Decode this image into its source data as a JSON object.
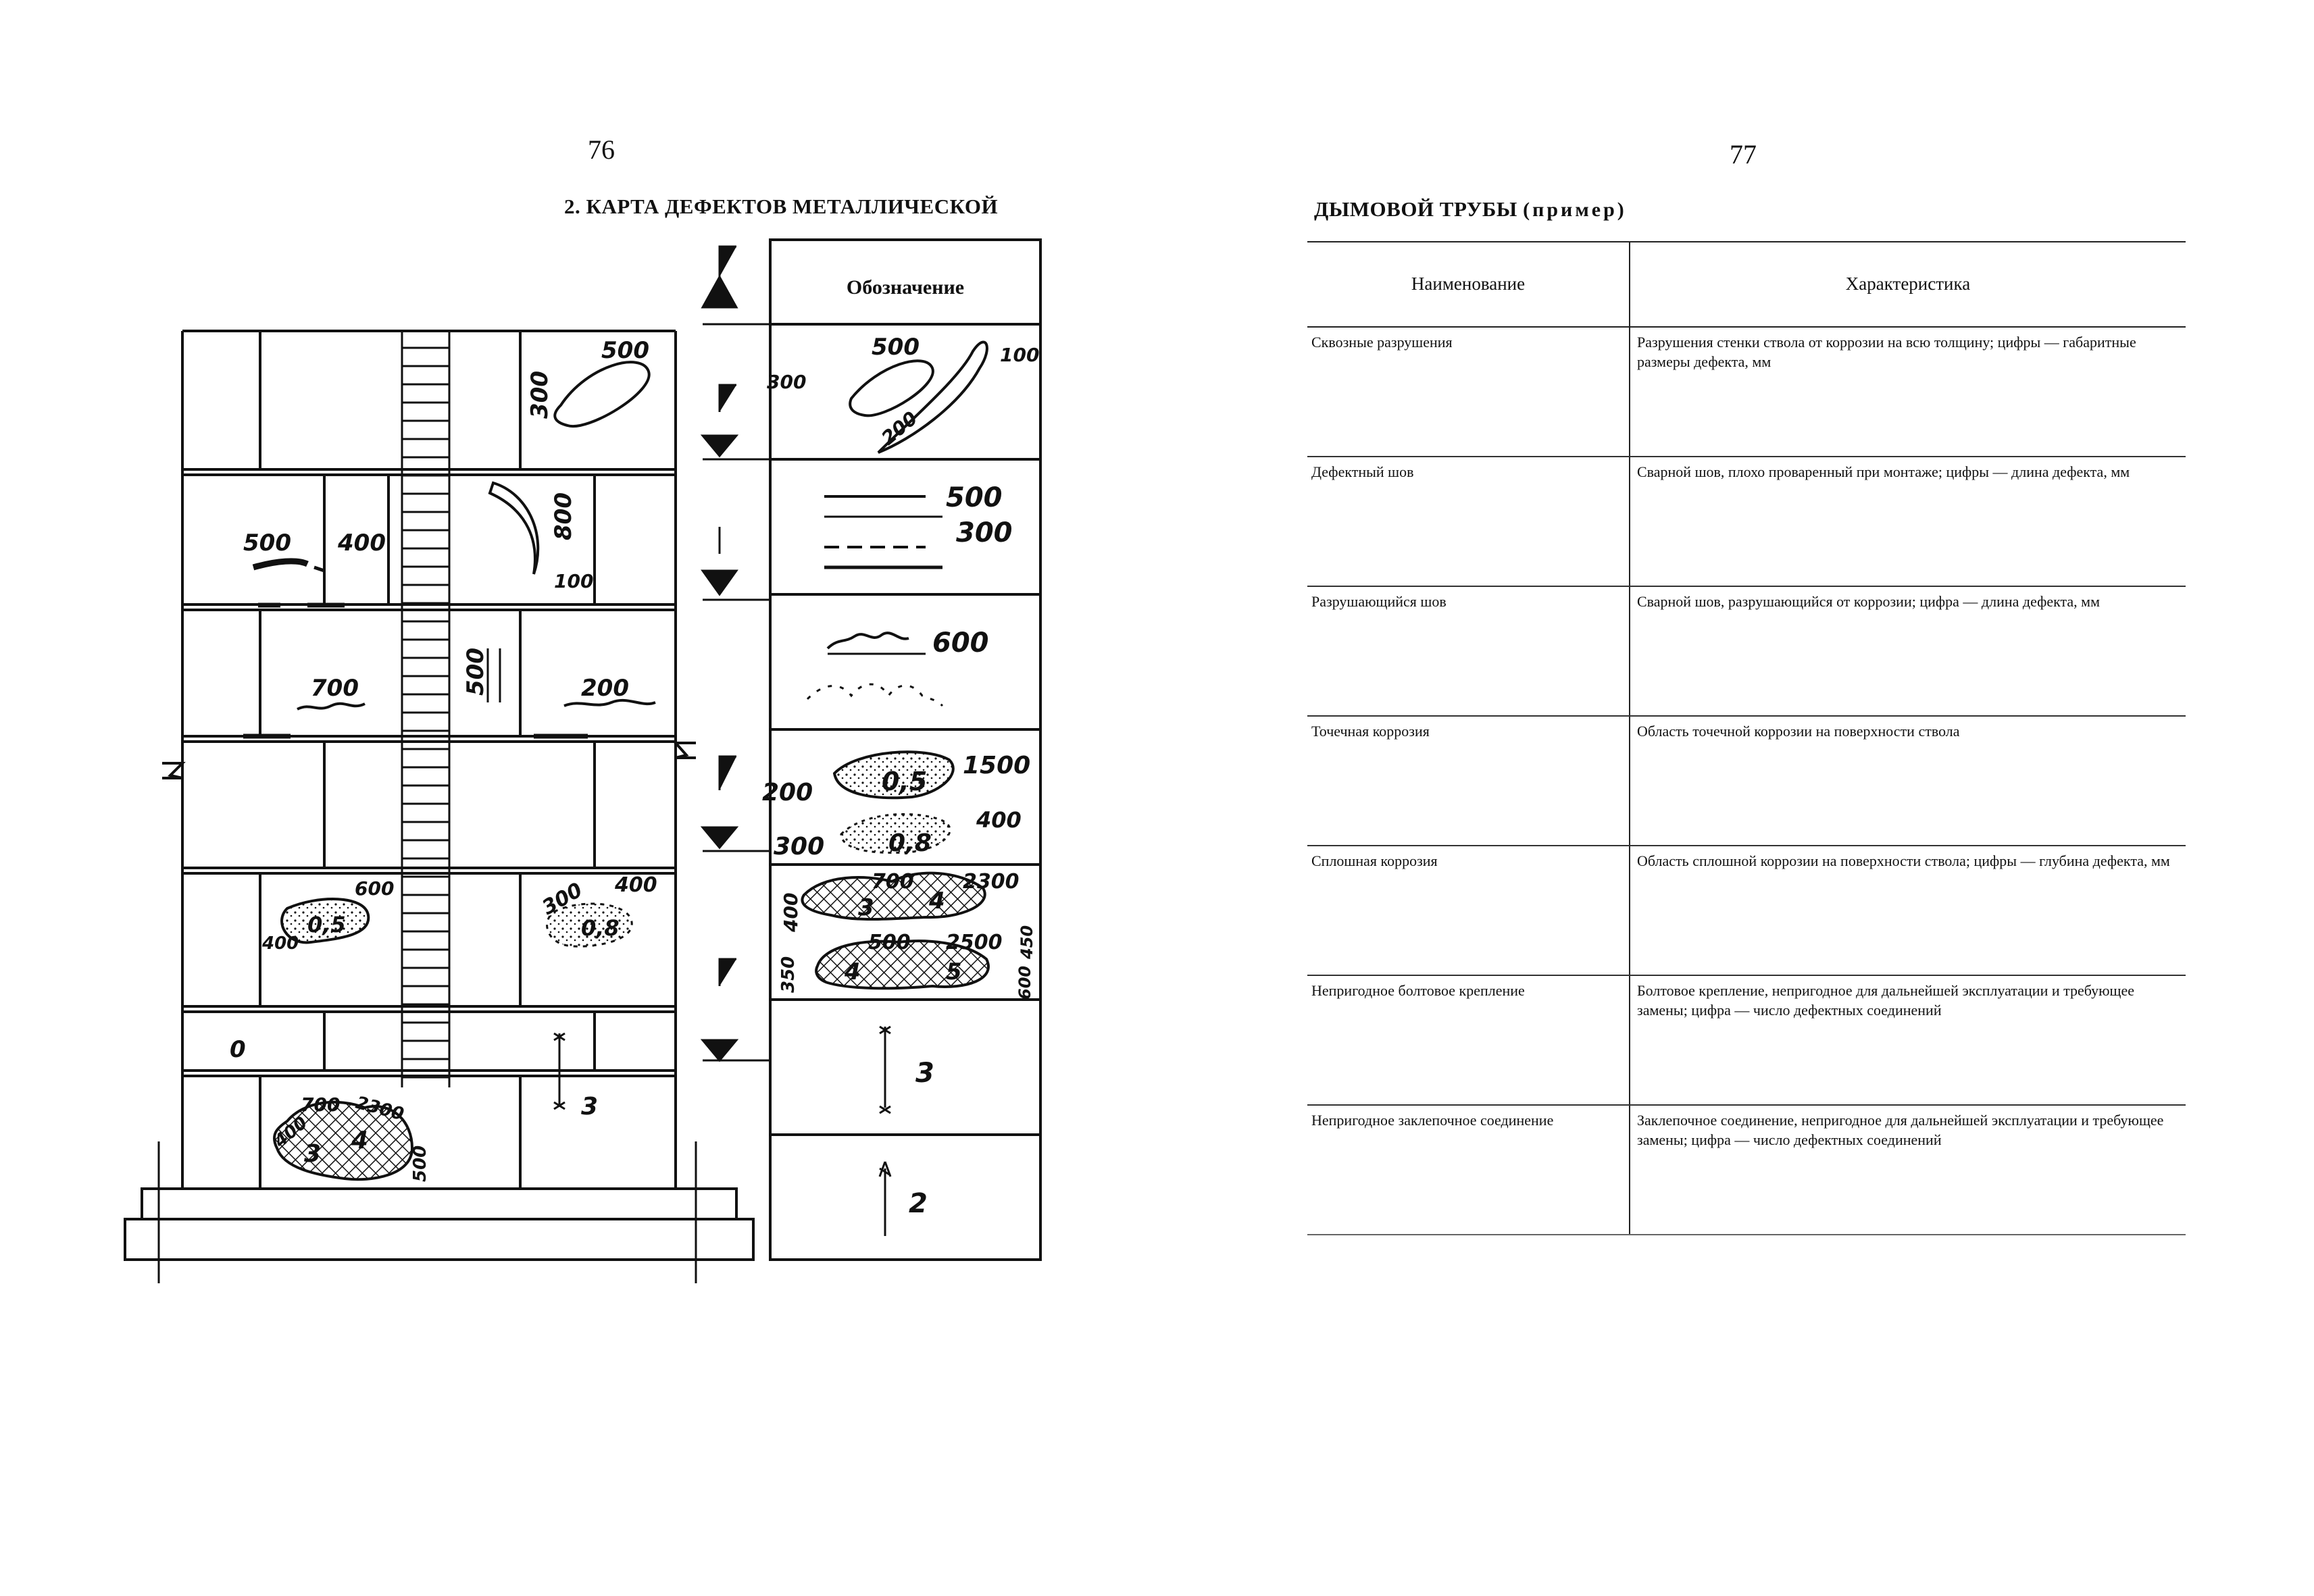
{
  "page_left": {
    "number": "76",
    "title": "2. КАРТА ДЕФЕКТОВ МЕТАЛЛИЧЕСКОЙ"
  },
  "page_right": {
    "number": "77",
    "title_main": "ДЫМОВОЙ ТРУБЫ",
    "title_paren": "(пример)"
  },
  "drawing": {
    "legend_header": "Обозначение",
    "wall_labels": {
      "l1": "500",
      "l2": "300",
      "l3": "500",
      "l4": "400",
      "l5": "800",
      "l6": "100",
      "l7": "700",
      "l8": "500",
      "l9": "200",
      "l10": "600",
      "l11": "0,5",
      "l12": "400",
      "l13": "300",
      "l14": "400",
      "l15": "0,8",
      "l16": "0",
      "l17": "400",
      "l18": "700",
      "l19": "2300",
      "l20": "3",
      "l21": "4",
      "l22": "500",
      "l23": "3"
    },
    "legend_labels": {
      "s1": "500",
      "s2": "300",
      "s3": "100",
      "s4": "200",
      "s5": "500",
      "s6": "300",
      "s7": "600",
      "s8": "200",
      "s9": "0,5",
      "s10": "1500",
      "s11": "300",
      "s12": "0,8",
      "s13": "400",
      "s14": "700",
      "s15": "2300",
      "s16": "400",
      "s17": "3",
      "s18": "4",
      "s19": "500",
      "s20": "2500",
      "s21": "450",
      "s22": "350",
      "s23": "4",
      "s24": "5",
      "s25": "600",
      "s26": "3",
      "s27": "2"
    }
  },
  "table": {
    "headers": [
      "Наименование",
      "Характеристика"
    ],
    "rows": [
      {
        "name": "Сквозные разрушения",
        "desc": "Разрушения стенки ствола от коррозии на всю толщину; цифры — габаритные размеры дефекта, мм"
      },
      {
        "name": "Дефектный шов",
        "desc": "Сварной шов, плохо проваренный при монтаже; цифры — длина дефекта, мм"
      },
      {
        "name": "Разрушающийся шов",
        "desc": "Сварной шов, разрушающийся от коррозии; цифра — длина дефекта, мм"
      },
      {
        "name": "Точечная коррозия",
        "desc": "Область точечной коррозии на поверхности ствола"
      },
      {
        "name": "Сплошная коррозия",
        "desc": "Область сплошной коррозии на поверхности ствола; цифры — глубина дефекта, мм"
      },
      {
        "name": "Непригодное болтовое крепление",
        "desc": "Болтовое крепление, непригодное для дальнейшей эксплуатации и требующее замены; цифра — число дефектных соединений"
      },
      {
        "name": "Непригодное заклепочное соединение",
        "desc": "Заклепочное соединение, непригодное для дальнейшей эксплуатации и требующее замены; цифра — число дефектных соединений"
      }
    ]
  }
}
